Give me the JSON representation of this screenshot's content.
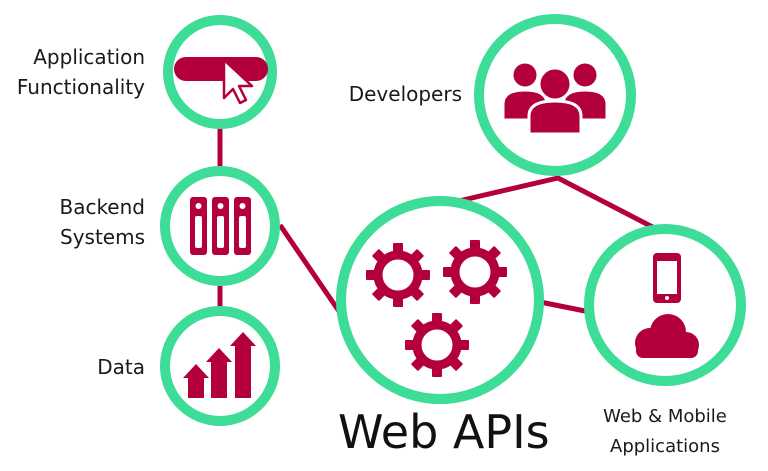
{
  "diagram": {
    "title": "Web APIs",
    "nodes": {
      "app_functionality": {
        "label_line1": "Application",
        "label_line2": "Functionality",
        "icon": "click-bar-icon"
      },
      "backend_systems": {
        "label_line1": "Backend",
        "label_line2": "Systems",
        "icon": "server-icon"
      },
      "data": {
        "label": "Data",
        "icon": "bar-chart-icon"
      },
      "developers": {
        "label": "Developers",
        "icon": "users-icon"
      },
      "web_apis": {
        "icon": "gears-icon"
      },
      "web_mobile": {
        "label_line1": "Web & Mobile",
        "label_line2": "Applications",
        "icons": [
          "smartphone-icon",
          "cloud-icon"
        ]
      }
    }
  },
  "colors": {
    "ring": "#3ddc97",
    "accent": "#b3003a",
    "line": "#b3003a",
    "text": "#1a1a1a"
  }
}
